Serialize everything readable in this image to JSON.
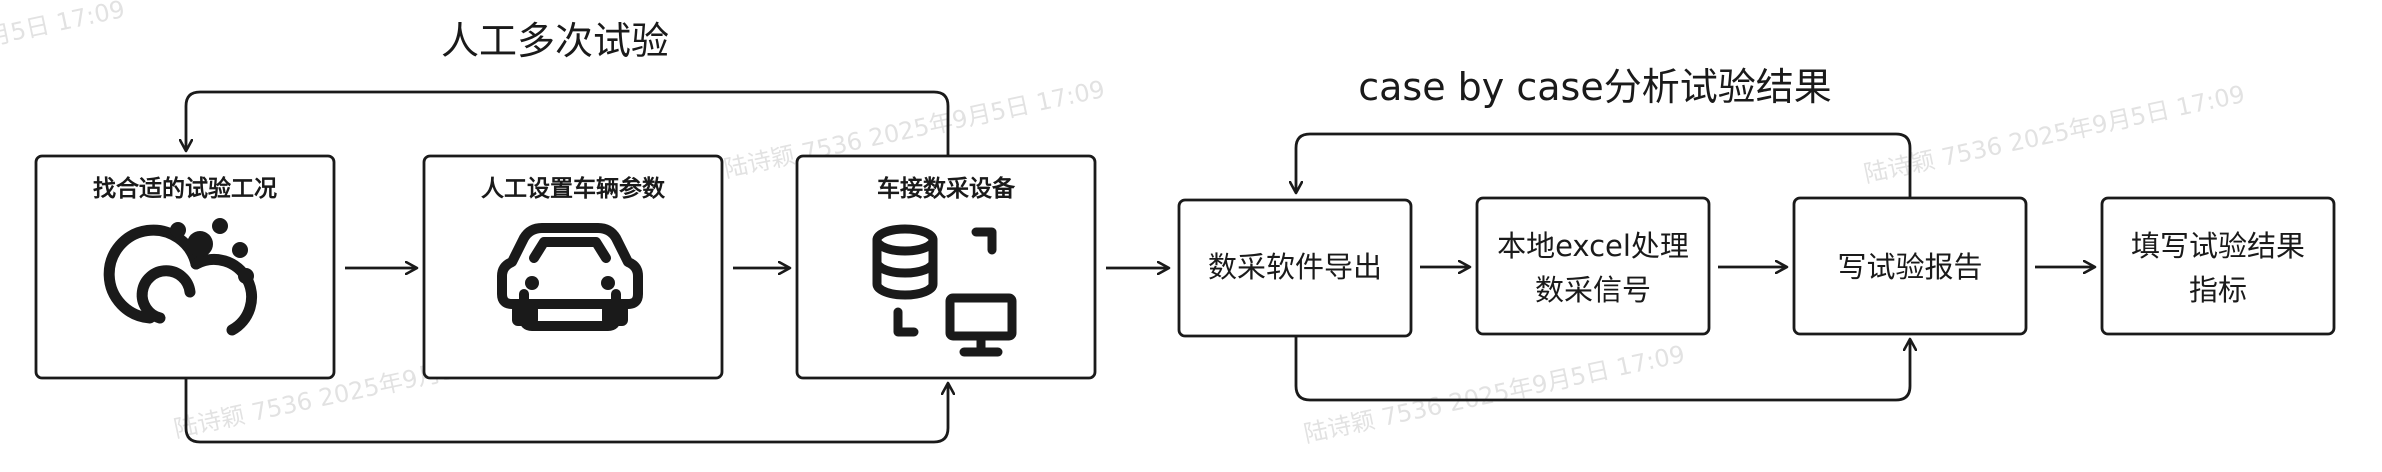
{
  "loop_labels": {
    "left_loop": "人工多次试验",
    "right_loop": "case by case分析试验结果"
  },
  "steps": {
    "conditions": {
      "label": "找合适的试验工况",
      "icon": "weather-icon"
    },
    "vehicle_params": {
      "label": "人工设置车辆参数",
      "icon": "car-icon"
    },
    "daq_device": {
      "label": "车接数采设备",
      "icon": "database-computer-icon"
    },
    "export": {
      "label": "数采软件导出"
    },
    "signal_processing": {
      "line1": "本地excel处理",
      "line2": "数采信号"
    },
    "report": {
      "label": "写试验报告"
    },
    "fill_metrics": {
      "line1": "填写试验结果",
      "line2": "指标"
    }
  },
  "watermark": {
    "text": "陆诗颖 7536 2025年9月5日 17:09"
  },
  "colors": {
    "stroke": "#1a1a1a",
    "background": "#ffffff",
    "watermark": "#d9d9d9"
  }
}
